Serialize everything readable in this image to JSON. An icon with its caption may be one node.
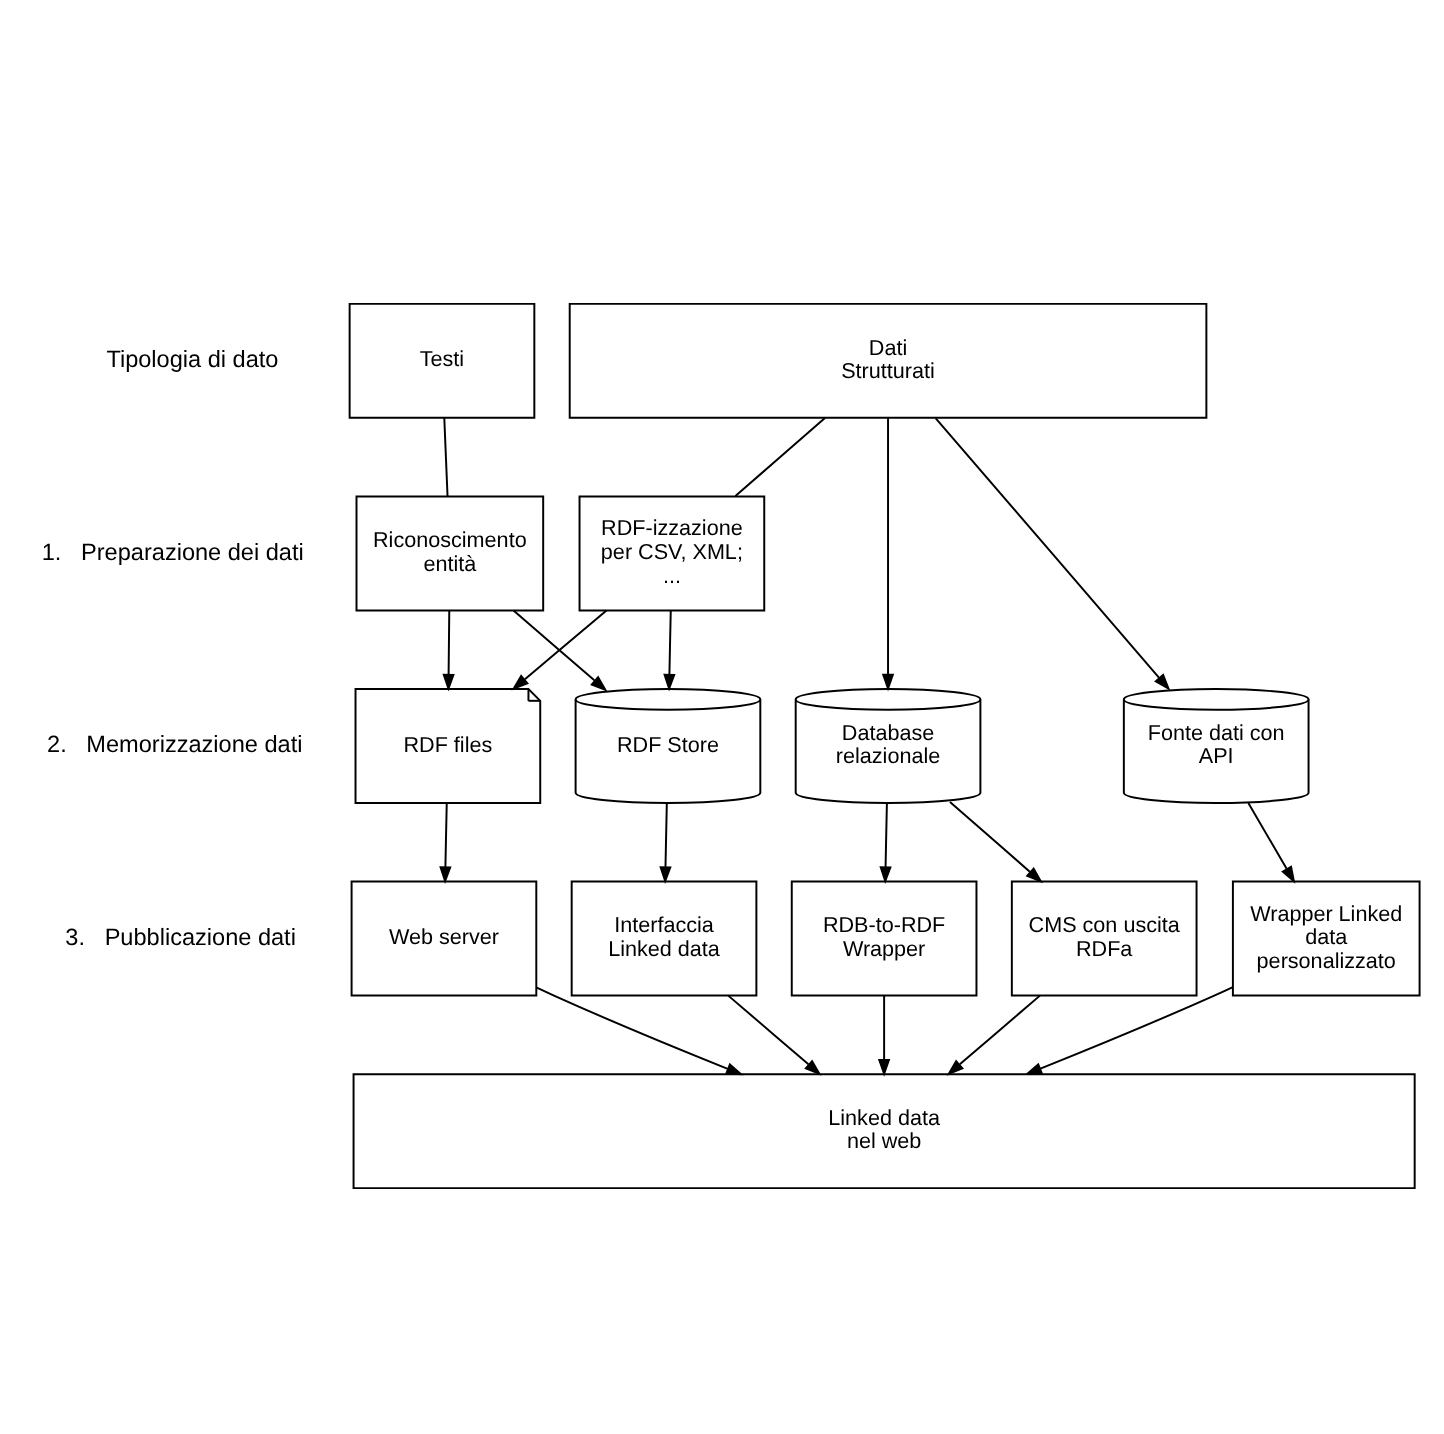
{
  "diagram": {
    "nodes": [
      {
        "text": [
          "Dati Strutturati"
        ]
      },
      {
        "text": [
          "Testi"
        ]
      },
      {
        "text": [
          "RDF-izzazione per CSV, XML; ..."
        ]
      },
      {
        "text": [
          "Riconoscimento entità"
        ]
      },
      {
        "text": [
          "Database relazionale"
        ]
      },
      {
        "text": [
          "Fonte dati con API"
        ]
      },
      {
        "text": [
          "RDF Store"
        ]
      },
      {
        "text": [
          "RDF files"
        ]
      },
      {
        "text": [
          "RDB-to-RDF Wrapper"
        ]
      },
      {
        "text": [
          "CMS con uscita RDFa"
        ]
      },
      {
        "text": [
          "Wrapper Linked data personalizzato"
        ]
      },
      {
        "text": [
          "Interfaccia Linked data"
        ]
      },
      {
        "text": [
          "Web server"
        ]
      },
      {
        "text": [
          "Linked data nel web"
        ]
      }
    ],
    "edges": [
      {
        "from": 0,
        "to": 4,
        "arrow": "to"
      },
      {
        "from": 0,
        "to": 5,
        "arrow": "to"
      },
      {
        "from": 0,
        "to": 2,
        "arrow": "none"
      },
      {
        "from": 1,
        "to": 3,
        "arrow": "none"
      },
      {
        "from": 2,
        "to": 6,
        "arrow": "to"
      },
      {
        "from": 2,
        "to": 7,
        "arrow": "to"
      },
      {
        "from": 3,
        "to": 6,
        "arrow": "to"
      },
      {
        "from": 3,
        "to": 7,
        "arrow": "to"
      },
      {
        "from": 4,
        "to": 8,
        "arrow": "to"
      },
      {
        "from": 4,
        "to": 9,
        "arrow": "to"
      },
      {
        "from": 5,
        "to": 10,
        "arrow": "to"
      },
      {
        "from": 6,
        "to": 11,
        "arrow": "to"
      },
      {
        "from": 7,
        "to": 12,
        "arrow": "to"
      },
      {
        "from": 8,
        "to": 13,
        "arrow": "to"
      },
      {
        "from": 9,
        "to": 13,
        "arrow": "to"
      },
      {
        "from": 10,
        "to": 13,
        "arrow": "to"
      },
      {
        "from": 11,
        "to": 13,
        "arrow": "to"
      },
      {
        "from": 12,
        "to": 13,
        "arrow": "to"
      }
    ],
    "labels": [
      "Tipologia di dato",
      "1.   Preparazione dei dati",
      "2.   Memorizzazione dati",
      "3.   Pubblicazione dati"
    ]
  }
}
